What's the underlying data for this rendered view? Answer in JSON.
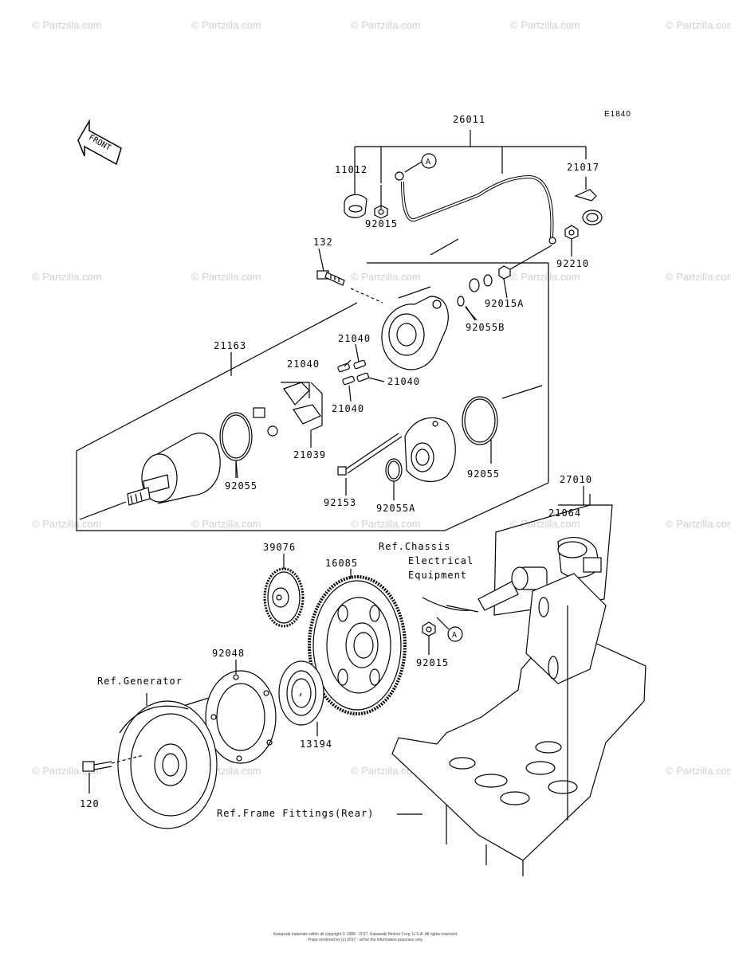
{
  "diagram_code": "E1840",
  "front_label": "FRONT",
  "watermark": "© Partzilla.com",
  "callout_a": "A",
  "parts": {
    "p26011": "26011",
    "p11012": "11012",
    "p92015_top": "92015",
    "p21017": "21017",
    "p92210": "92210",
    "p132": "132",
    "p92015A": "92015A",
    "p92055B": "92055B",
    "p21163": "21163",
    "p21040_a": "21040",
    "p21040_b": "21040",
    "p21040_c": "21040",
    "p21040_d": "21040",
    "p21039": "21039",
    "p92055_left": "92055",
    "p92055_right": "92055",
    "p92153": "92153",
    "p92055A": "92055A",
    "p27010": "27010",
    "p21064": "21064",
    "p39076": "39076",
    "p16085": "16085",
    "p92048": "92048",
    "p13194": "13194",
    "p120": "120",
    "p92015_bottom": "92015"
  },
  "refs": {
    "chassis_line1": "Ref.Chassis",
    "chassis_line2": "Electrical",
    "chassis_line3": "Equipment",
    "generator": "Ref.Generator",
    "frame": "Ref.Frame Fittings(Rear)"
  },
  "footer_line1": "Kawasaki materials within all copyright © 1988 - 2017, Kawasaki Motors Corp. U.S.A. All rights reserved.",
  "footer_line2": "Page rendered by (c) 2017 - all for the information purposes only"
}
